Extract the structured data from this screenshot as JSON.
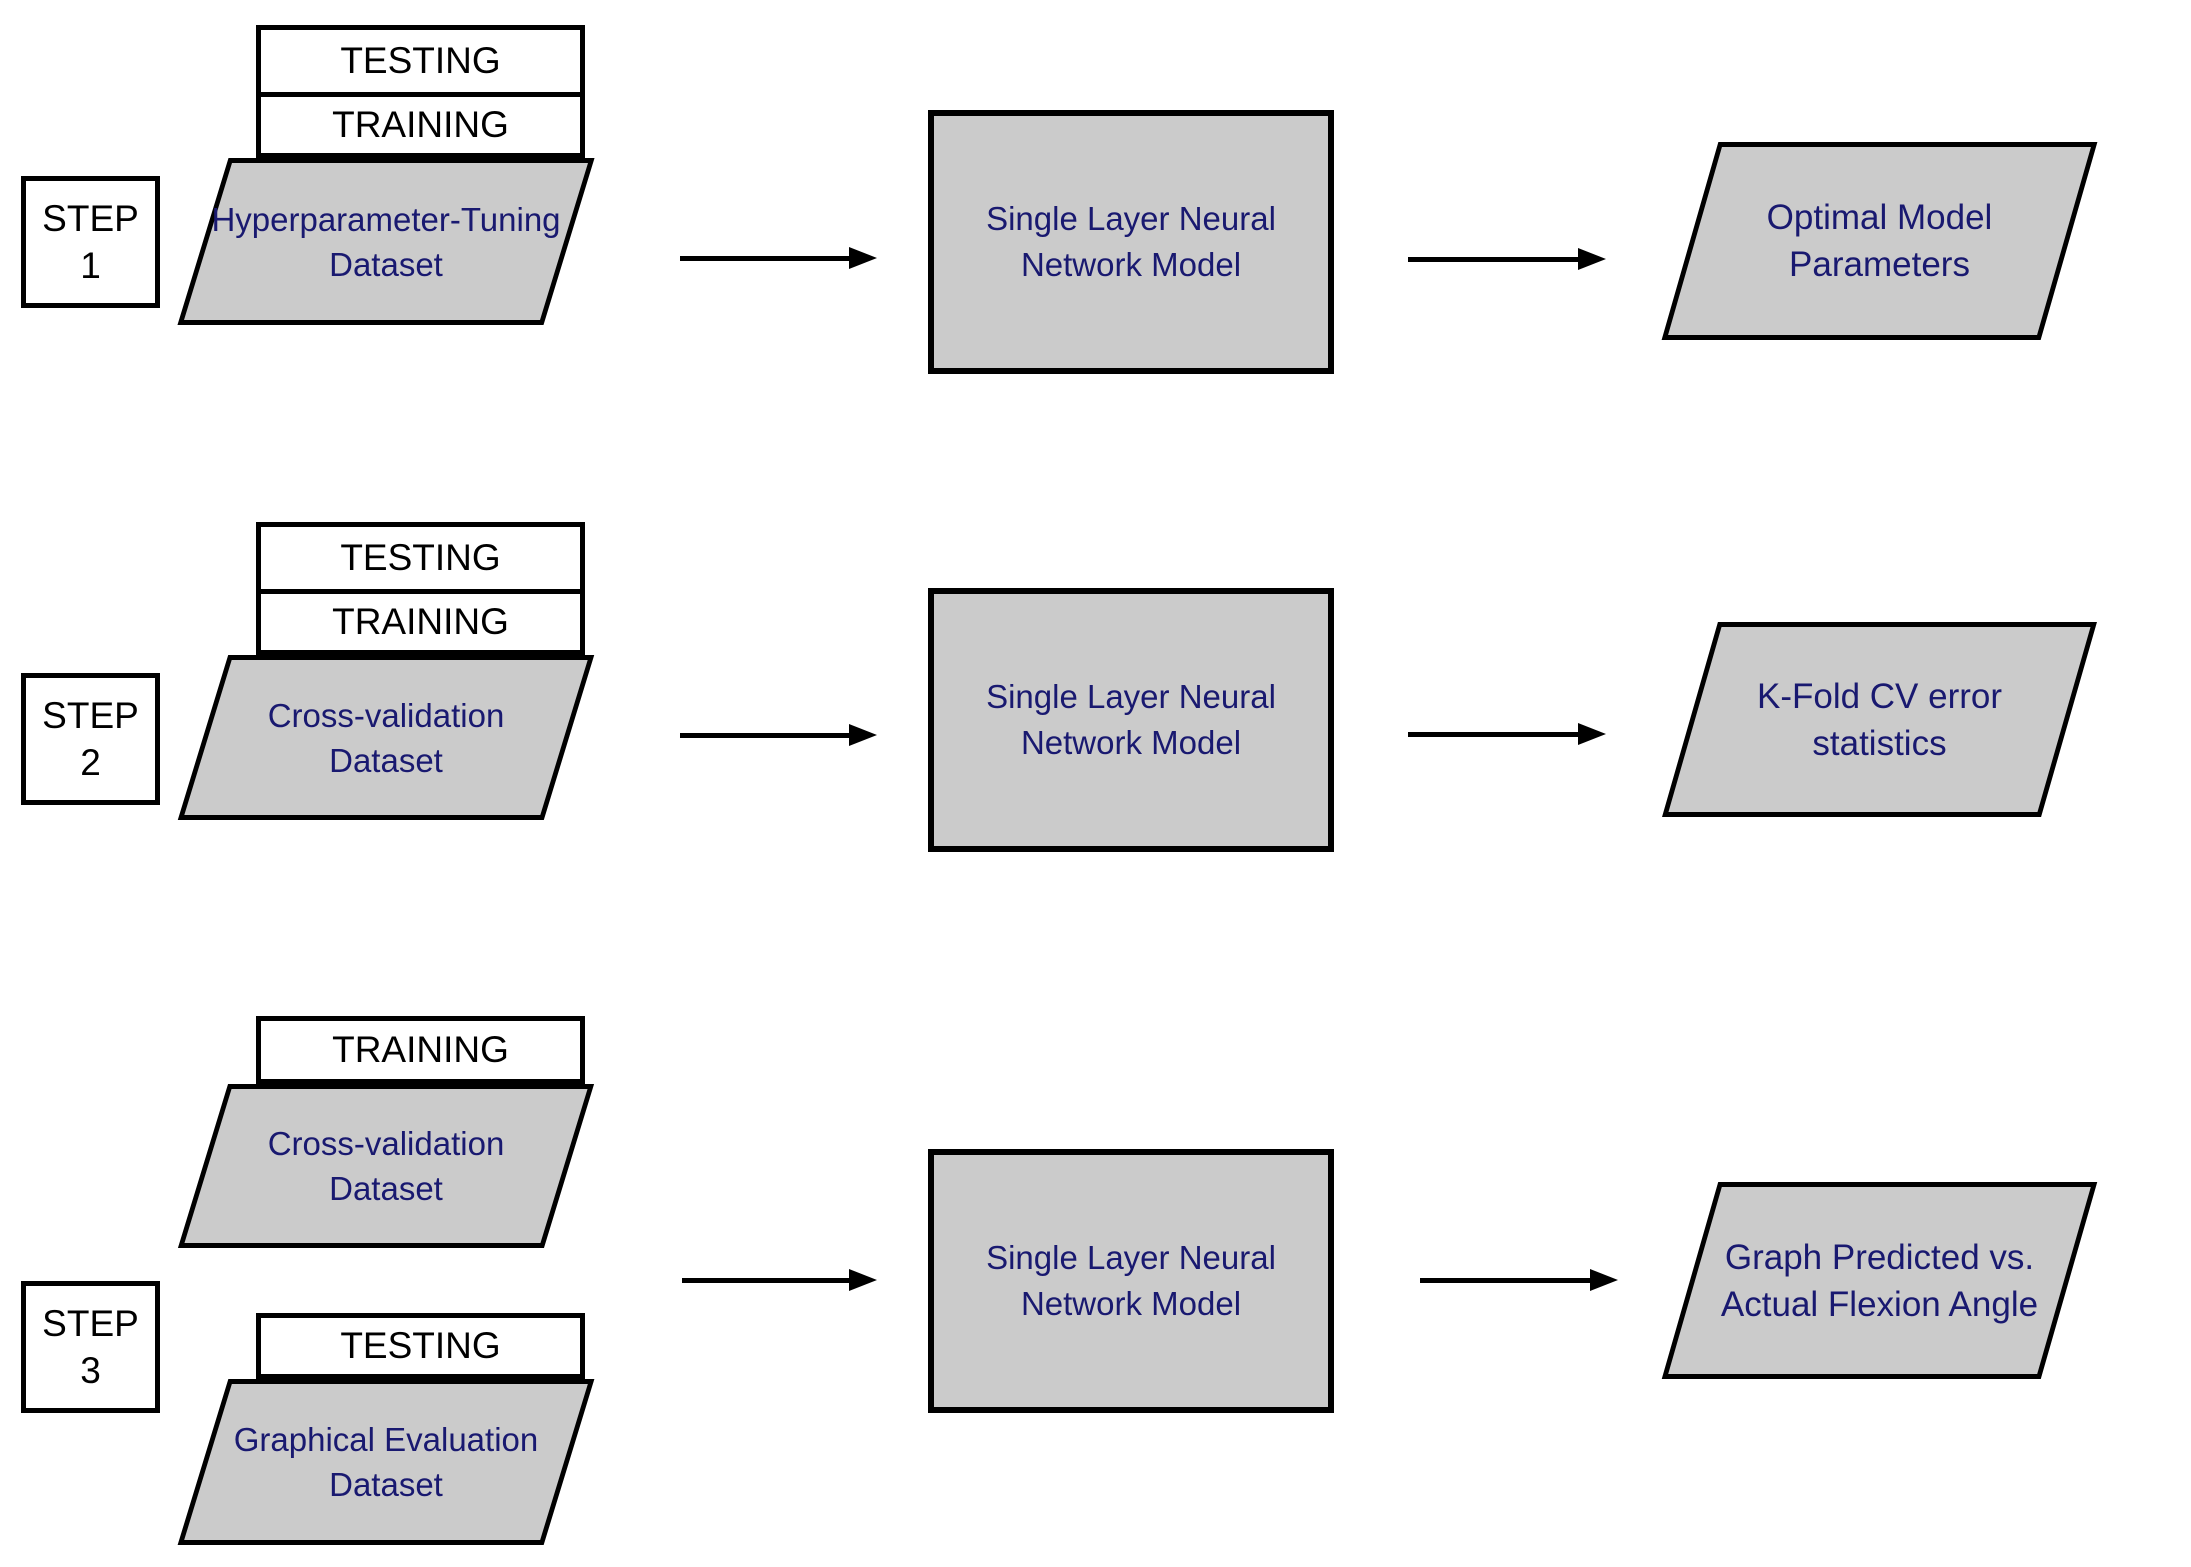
{
  "colors": {
    "shape_fill": "#cbcbcb",
    "border": "#000000",
    "label_text": "#000000",
    "accent_text": "#191970",
    "background": "#ffffff"
  },
  "steps": [
    {
      "badge": [
        "STEP",
        "1"
      ],
      "tabs": [
        "TESTING",
        "TRAINING"
      ],
      "input_dataset": [
        "Hyperparameter-Tuning",
        "Dataset"
      ],
      "model": [
        "Single Layer Neural",
        "Network Model"
      ],
      "output": [
        "Optimal Model",
        "Parameters"
      ]
    },
    {
      "badge": [
        "STEP",
        "2"
      ],
      "tabs": [
        "TESTING",
        "TRAINING"
      ],
      "input_dataset": [
        "Cross-validation",
        "Dataset"
      ],
      "model": [
        "Single Layer Neural",
        "Network Model"
      ],
      "output": [
        "K-Fold CV error",
        "statistics"
      ]
    },
    {
      "badge": [
        "STEP",
        "3"
      ],
      "datasets": [
        {
          "tab": "TRAINING",
          "lines": [
            "Cross-validation",
            "Dataset"
          ]
        },
        {
          "tab": "TESTING",
          "lines": [
            "Graphical Evaluation",
            "Dataset"
          ]
        }
      ],
      "model": [
        "Single Layer Neural",
        "Network Model"
      ],
      "output": [
        "Graph Predicted vs.",
        "Actual Flexion Angle"
      ]
    }
  ]
}
